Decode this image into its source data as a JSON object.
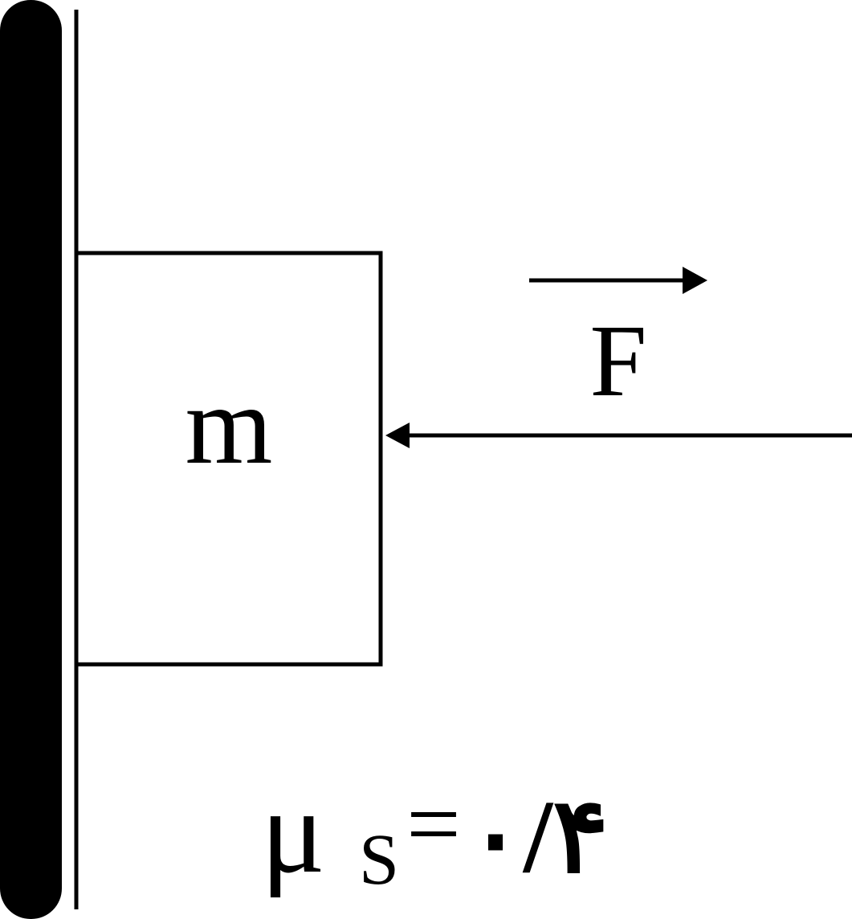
{
  "diagram": {
    "mass_label": "m",
    "force_label": "F",
    "friction_symbol": "μ",
    "friction_subscript": "S",
    "equals": "=",
    "friction_value": "۰/۴"
  },
  "colors": {
    "ink": "#000000",
    "background": "#ffffff"
  }
}
